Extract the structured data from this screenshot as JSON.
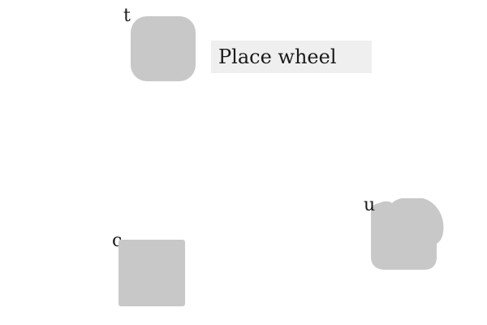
{
  "instruction": {
    "text": "Place wheel"
  },
  "shapes": [
    {
      "label": "t",
      "shape": "rounded-square"
    },
    {
      "label": "c",
      "shape": "square"
    },
    {
      "label": "u",
      "shape": "blob"
    }
  ],
  "colors": {
    "shape_fill": "#c8c8c8",
    "instruction_bg": "#efefef",
    "text": "#1a1a1a",
    "background": "#ffffff"
  }
}
